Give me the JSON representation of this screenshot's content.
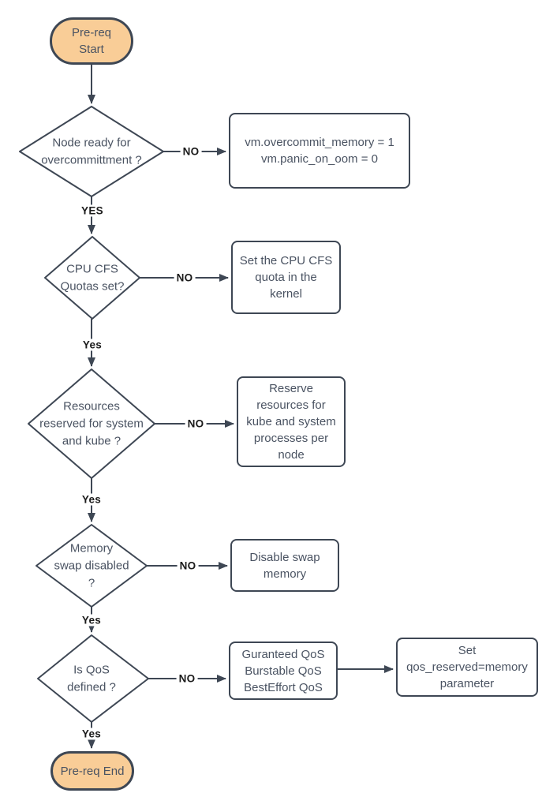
{
  "colors": {
    "terminal_fill": "#F9CD97",
    "stroke": "#3E4754",
    "node_text": "#4A5362",
    "edge_label_text": "#1B1B1B",
    "box_fill": "#FFFFFF"
  },
  "flow": {
    "start": "Pre-req\nStart",
    "end": "Pre-req End",
    "decisions": [
      {
        "question": "Node ready for\novercommittment ?",
        "no": "NO",
        "yes": "YES"
      },
      {
        "question": "CPU CFS\nQuotas set?",
        "no": "NO",
        "yes": "Yes"
      },
      {
        "question": "Resources\nreserved for system\nand kube ?",
        "no": "NO",
        "yes": "Yes"
      },
      {
        "question": "Memory\nswap disabled\n?",
        "no": "NO",
        "yes": "Yes"
      },
      {
        "question": "Is QoS\ndefined ?",
        "no": "NO",
        "yes": "Yes"
      }
    ],
    "actions": [
      "vm.overcommit_memory = 1\nvm.panic_on_oom = 0",
      "Set the CPU CFS\nquota in the\nkernel",
      "Reserve\nresources for\nkube and system\nprocesses per\nnode",
      "Disable swap\nmemory",
      "Guranteed QoS\nBurstable QoS\nBestEffort QoS",
      "Set\nqos_reserved=memory\nparameter"
    ]
  }
}
